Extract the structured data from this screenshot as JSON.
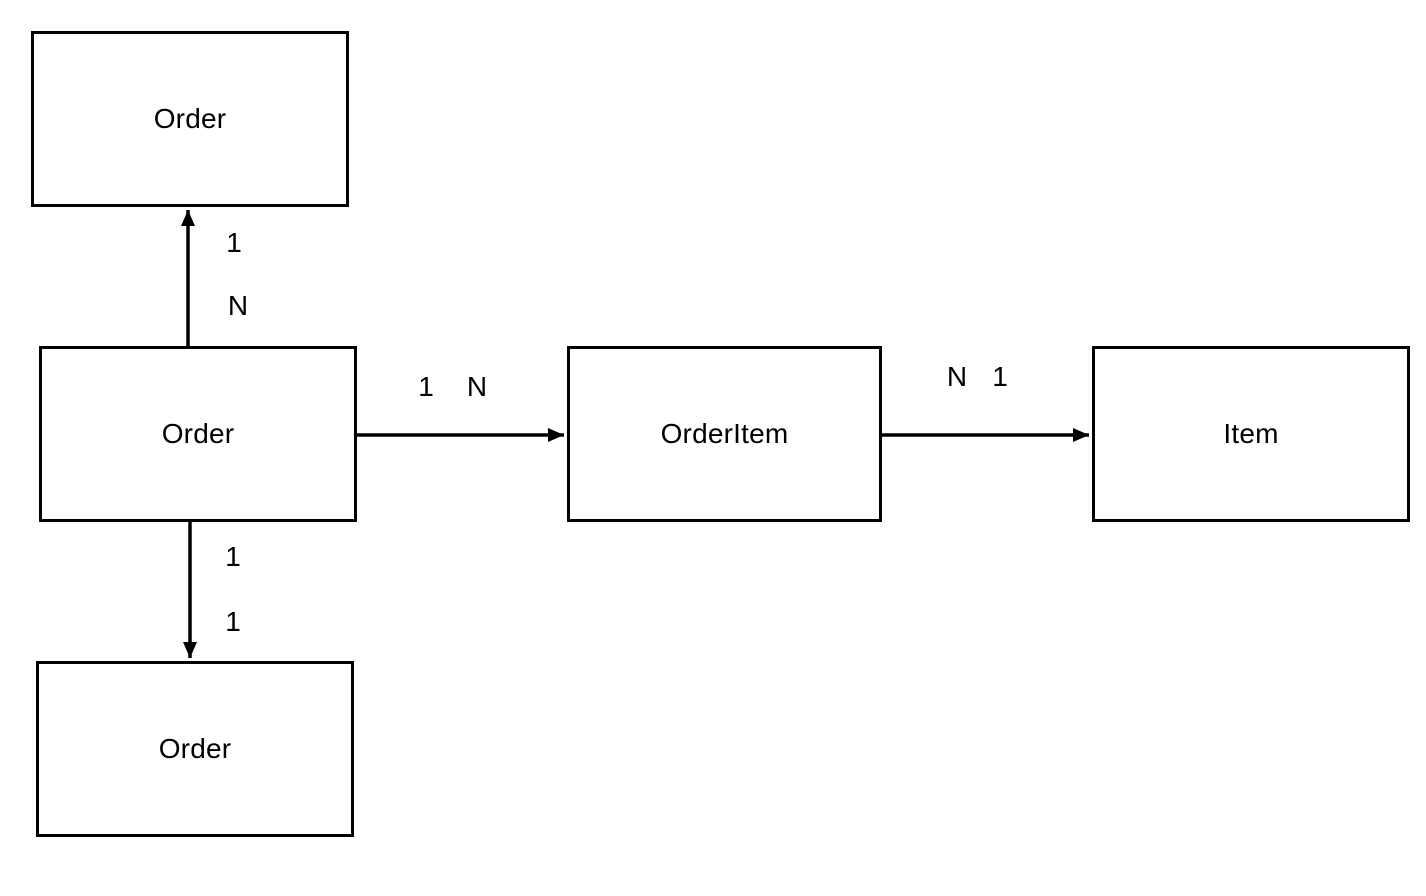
{
  "diagram": {
    "type": "entity-relationship",
    "colors": {
      "background": "#ffffff",
      "line": "#000000",
      "text": "#000000"
    },
    "nodes": [
      {
        "id": "order-top",
        "label": "Order"
      },
      {
        "id": "order-center",
        "label": "Order"
      },
      {
        "id": "order-bottom",
        "label": "Order"
      },
      {
        "id": "orderitem",
        "label": "OrderItem"
      },
      {
        "id": "item",
        "label": "Item"
      }
    ],
    "edges": [
      {
        "id": "order-center-to-order-top",
        "from": "order-center",
        "to": "order-top",
        "source_card": "N",
        "target_card": "1"
      },
      {
        "id": "order-center-to-order-bottom",
        "from": "order-center",
        "to": "order-bottom",
        "source_card": "1",
        "target_card": "1"
      },
      {
        "id": "order-center-to-orderitem",
        "from": "order-center",
        "to": "orderitem",
        "source_card": "1",
        "target_card": "N"
      },
      {
        "id": "orderitem-to-item",
        "from": "orderitem",
        "to": "item",
        "source_card": "N",
        "target_card": "1"
      }
    ]
  }
}
